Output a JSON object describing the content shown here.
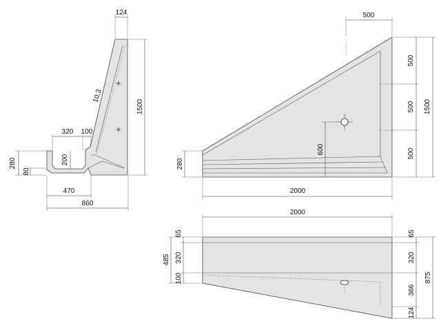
{
  "side_view": {
    "dims": {
      "top_width": "124",
      "height": "1500",
      "slope_length": "10,3",
      "gutter_width": "320",
      "lip_width": "100",
      "gutter_depth": "200",
      "front_height": "280",
      "base_height": "80",
      "gutter_offset": "470",
      "total_depth": "860"
    }
  },
  "front_view": {
    "dims": {
      "top_offset": "500",
      "seg_top": "500",
      "seg_mid": "500",
      "seg_bottom": "500",
      "total_height": "1500",
      "left_height": "280",
      "drain_height": "600",
      "total_width": "2000"
    }
  },
  "top_view": {
    "dims": {
      "total_width": "2000",
      "left_top": "65",
      "left_mid": "320",
      "left_bottom": "100",
      "left_total": "485",
      "right_top": "65",
      "right_mid": "320",
      "right_lower": "366",
      "right_bottom": "124",
      "right_total": "875"
    }
  }
}
